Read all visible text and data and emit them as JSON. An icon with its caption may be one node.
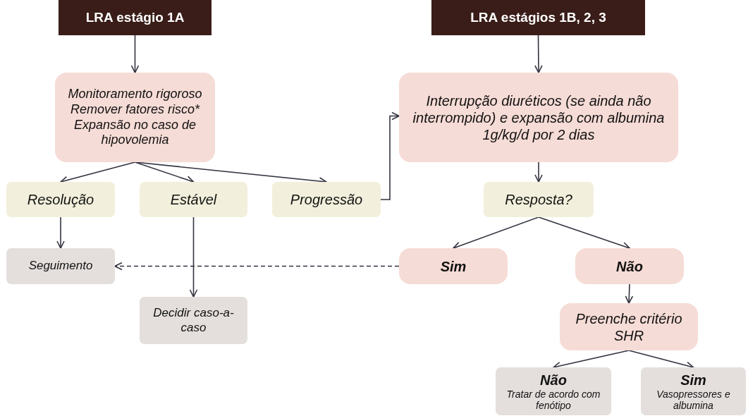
{
  "diagram": {
    "nodes": [
      {
        "text": [
          "LRA estágio 1A"
        ]
      },
      {
        "text": [
          "Monitoramento rigoroso",
          "Remover fatores risco*",
          "Expansão no caso de hipovolemia"
        ]
      },
      {
        "text": [
          "Resolução"
        ]
      },
      {
        "text": [
          "Estável"
        ]
      },
      {
        "text": [
          "Progressão"
        ]
      },
      {
        "text": [
          "Seguimento"
        ]
      },
      {
        "text": [
          "Decidir caso-a-caso"
        ]
      },
      {
        "text": [
          "LRA estágios 1B, 2, 3"
        ]
      },
      {
        "text": [
          "Interrupção diuréticos (se ainda não interrompido) e expansão com albumina 1g/kg/d por 2 dias"
        ]
      },
      {
        "text": [
          "Resposta?"
        ]
      },
      {
        "text": [
          "Sim"
        ]
      },
      {
        "text": [
          "Não"
        ]
      },
      {
        "text": [
          "Preenche critério SHR"
        ]
      },
      {
        "text": [
          "Não",
          "Tratar de acordo com fenótipo"
        ]
      },
      {
        "text": [
          "Sim",
          "Vasopressores e albumina"
        ]
      }
    ],
    "edges": [
      {
        "from": 0,
        "to": 1,
        "arrow": "to"
      },
      {
        "from": 1,
        "to": 2,
        "arrow": "to"
      },
      {
        "from": 1,
        "to": 3,
        "arrow": "to"
      },
      {
        "from": 1,
        "to": 4,
        "arrow": "to"
      },
      {
        "from": 4,
        "to": 8,
        "arrow": "to"
      },
      {
        "from": 2,
        "to": 5,
        "arrow": "to"
      },
      {
        "from": 3,
        "to": 6,
        "arrow": "to"
      },
      {
        "from": 7,
        "to": 8,
        "arrow": "to"
      },
      {
        "from": 8,
        "to": 9,
        "arrow": "to"
      },
      {
        "from": 9,
        "to": 10,
        "arrow": "to"
      },
      {
        "from": 9,
        "to": 11,
        "arrow": "to"
      },
      {
        "from": 10,
        "to": 5,
        "arrow": "to",
        "style": "dashed"
      },
      {
        "from": 11,
        "to": 12,
        "arrow": "to"
      },
      {
        "from": 12,
        "to": 13,
        "arrow": "to"
      },
      {
        "from": 12,
        "to": 14,
        "arrow": "to"
      }
    ]
  }
}
